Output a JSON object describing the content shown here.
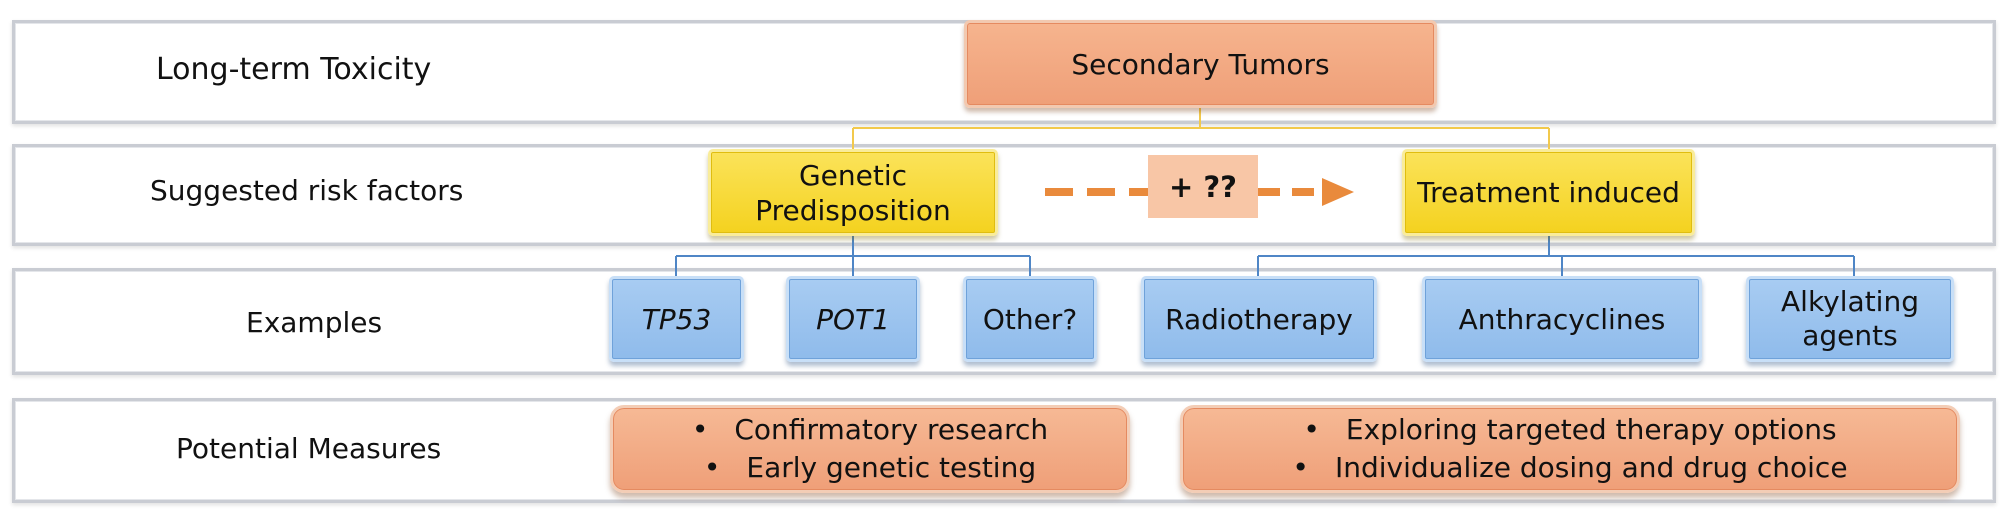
{
  "rows": {
    "toxicity": "Long-term Toxicity",
    "risk_factors": "Suggested risk factors",
    "examples": "Examples",
    "measures": "Potential Measures"
  },
  "top": {
    "label": "Secondary Tumors"
  },
  "risk": {
    "genetic_line1": "Genetic",
    "genetic_line2": "Predisposition",
    "treatment": "Treatment induced",
    "unknown": "+ ??"
  },
  "examples": {
    "tp53": "TP53",
    "pot1": "POT1",
    "other": "Other?",
    "radiotherapy": "Radiotherapy",
    "anthracyclines": "Anthracyclines",
    "alkylating_line1": "Alkylating",
    "alkylating_line2": "agents"
  },
  "measures": {
    "bullet": "•",
    "genetic": [
      "Confirmatory research",
      "Early genetic testing"
    ],
    "treatment": [
      "Exploring targeted therapy options",
      "Individualize dosing and drug choice"
    ]
  },
  "colors": {
    "orange_box": "#ef9f78",
    "yellow_box": "#f4d21f",
    "blue_box": "#8fbbeb",
    "connector_yellow": "#f2c94c",
    "connector_blue": "#4f86c6",
    "dashed_arrow": "#e98a3c",
    "band_border": "#c9ccd3"
  }
}
